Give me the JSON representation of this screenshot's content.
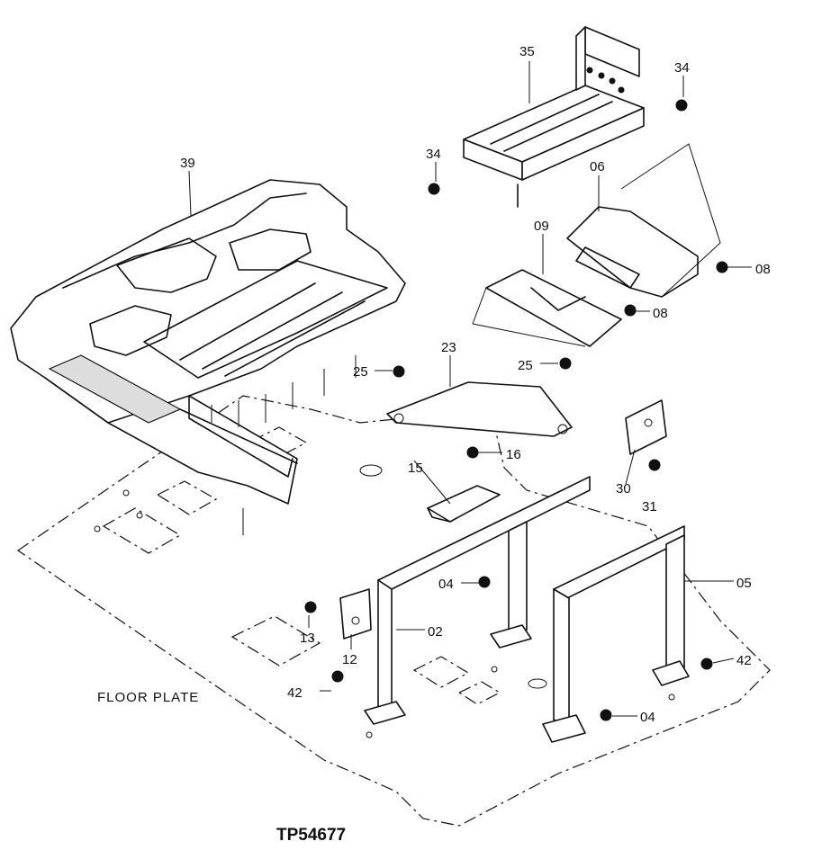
{
  "labels": {
    "p35": "35",
    "p34a": "34",
    "p34b": "34",
    "p39": "39",
    "p06": "06",
    "p09": "09",
    "p08a": "08",
    "p08b": "08",
    "p23": "23",
    "p25a": "25",
    "p25b": "25",
    "p16": "16",
    "p15": "15",
    "p30": "30",
    "p31": "31",
    "p04a": "04",
    "p04b": "04",
    "p05": "05",
    "p02": "02",
    "p13": "13",
    "p12": "12",
    "p42a": "42",
    "p42b": "42"
  },
  "floor_plate_label": "FLOOR PLATE",
  "drawing_code": "TP54677"
}
